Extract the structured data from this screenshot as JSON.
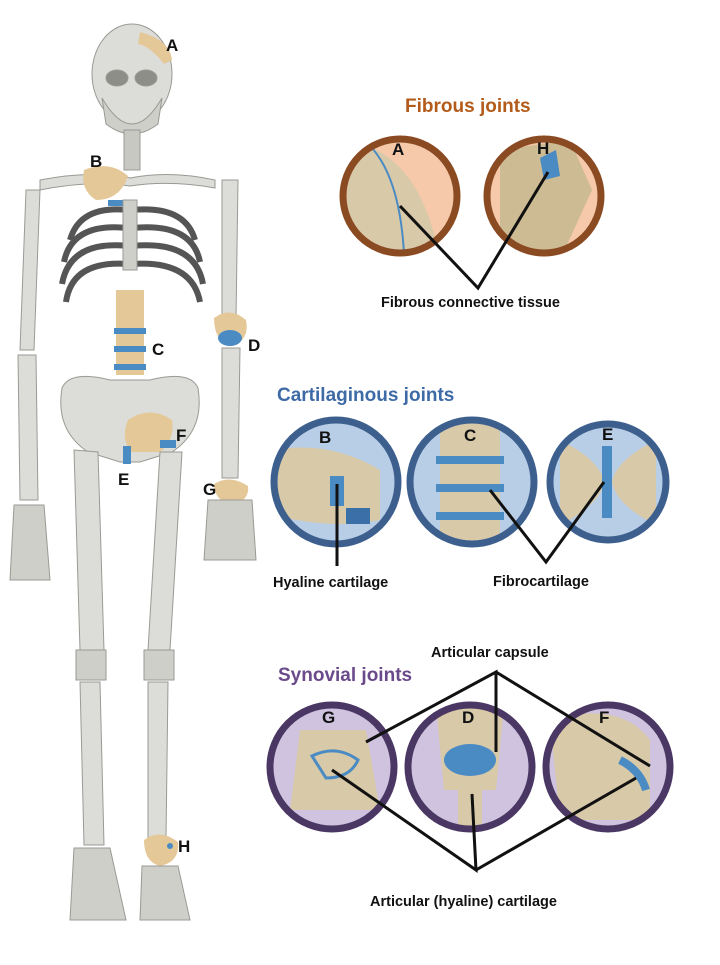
{
  "skeleton_labels": {
    "a": "A",
    "b": "B",
    "c": "C",
    "d": "D",
    "e": "E",
    "f": "F",
    "g": "G",
    "h": "H"
  },
  "fibrous": {
    "title": "Fibrous joints",
    "circle_labels": [
      "A",
      "H"
    ],
    "caption": "Fibrous connective tissue",
    "ring_color": "#8a4a22",
    "fill_color": "#f6c9aa"
  },
  "cartilaginous": {
    "title": "Cartilaginous joints",
    "circle_labels": [
      "B",
      "C",
      "E"
    ],
    "caption_hyaline": "Hyaline cartilage",
    "caption_fibro": "Fibrocartilage",
    "ring_color": "#3d5f8e",
    "fill_color": "#b8cde6"
  },
  "synovial": {
    "title": "Synovial joints",
    "circle_labels": [
      "G",
      "D",
      "F"
    ],
    "caption_capsule": "Articular capsule",
    "caption_cartilage": "Articular (hyaline) cartilage",
    "ring_color": "#4b3763",
    "fill_color": "#cfc3df"
  },
  "colors": {
    "fibrous_title": "#b35b1a",
    "cartilaginous_title": "#3e6aa6",
    "synovial_title": "#6a4a8a",
    "bone": "#dcdcd8",
    "bone_shade": "#a9a9a4",
    "joint_tan": "#e5c898",
    "cartilage_blue": "#4a8bc4"
  }
}
